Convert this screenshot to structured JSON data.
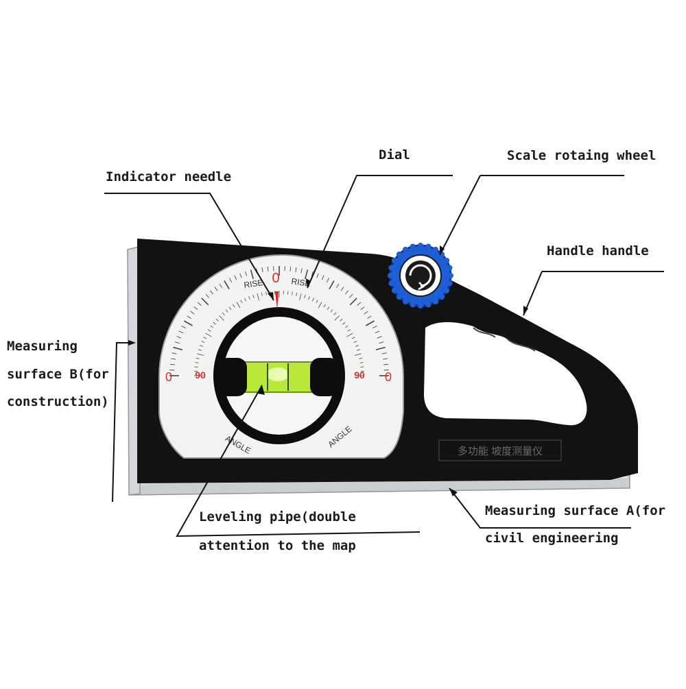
{
  "labels": {
    "dial": "Dial",
    "scale_wheel": "Scale rotaing wheel",
    "indicator_needle": "Indicator needle",
    "handle": "Handle handle",
    "surface_b_line1": "Measuring",
    "surface_b_line2": "surface B(for",
    "surface_b_line3": "construction)",
    "leveling_line1": "Leveling pipe(double",
    "leveling_line2": "attention to the map",
    "surface_a_line1": "Measuring surface A(for",
    "surface_a_line2": "civil engineering"
  },
  "dial_scale": {
    "top_zero": "0",
    "rise_left": "RISE",
    "rise_right": "RISE",
    "side_zero": "0",
    "side_ninety": "90",
    "angle_left": "ANGLE",
    "angle_right": "ANGLE"
  },
  "body_text": "多功能 坡度测量仪",
  "colors": {
    "body": "#121212",
    "rail": "#c9ced3",
    "wheel": "#1f5fd6",
    "bubble": "#b9e83a",
    "needle": "#e2231a",
    "scale_red": "#d8322a"
  }
}
